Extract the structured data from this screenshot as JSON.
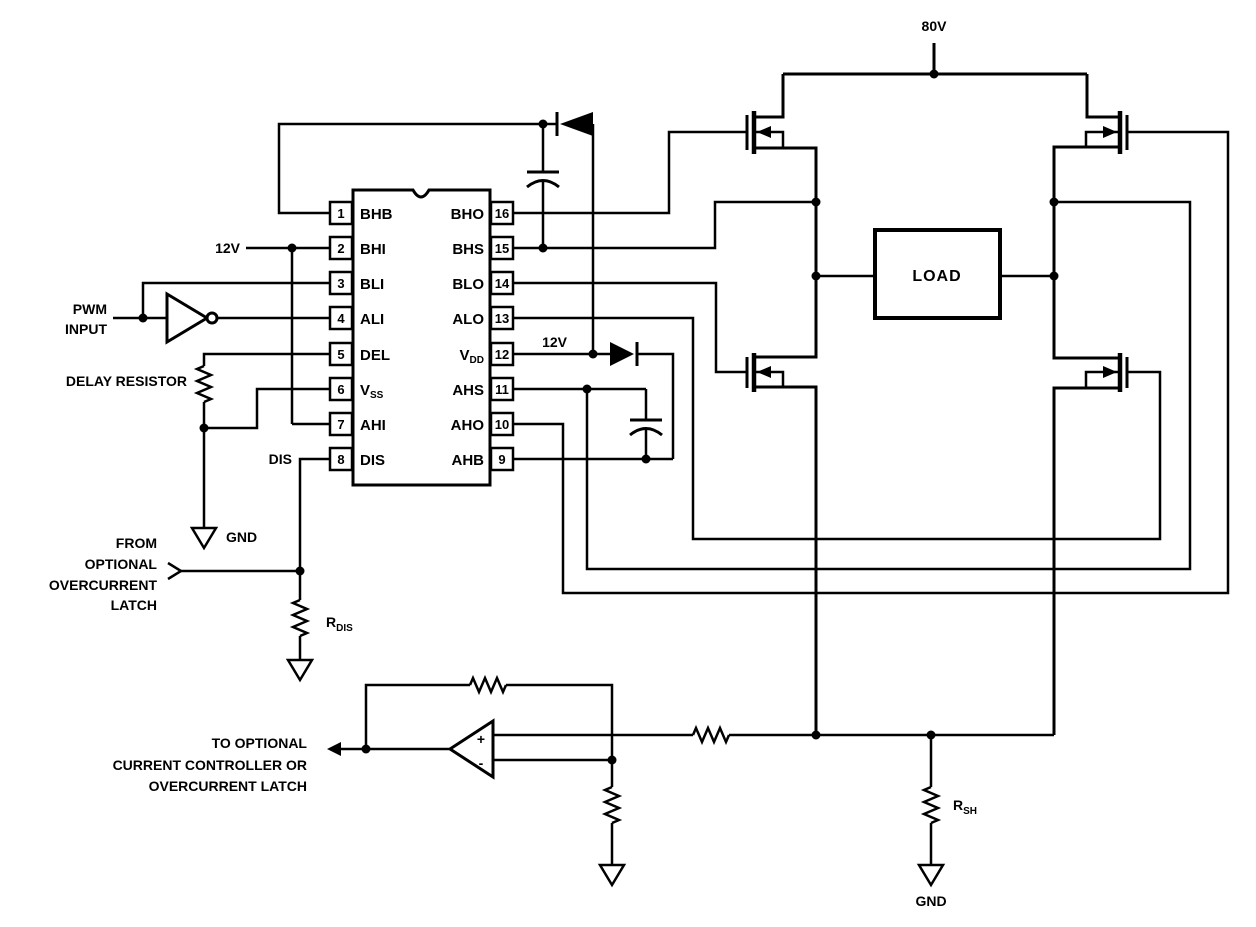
{
  "labels": {
    "supply": "80V",
    "vcc_left": "12V",
    "vcc_right": "12V",
    "pwm_line1": "PWM",
    "pwm_line2": "INPUT",
    "delay_resistor": "DELAY RESISTOR",
    "gnd_delay": "GND",
    "gnd_shunt": "GND",
    "dis": "DIS",
    "from_latch": [
      "FROM",
      "OPTIONAL",
      "OVERCURRENT",
      "LATCH"
    ],
    "to_controller": [
      "TO OPTIONAL",
      "CURRENT CONTROLLER OR",
      "OVERCURRENT LATCH"
    ],
    "load": "LOAD",
    "r_dis": {
      "main": "R",
      "sub": "DIS"
    },
    "r_sh": {
      "main": "R",
      "sub": "SH"
    },
    "opamp": {
      "plus": "+",
      "minus": "-"
    }
  },
  "ic": {
    "left_pins": [
      {
        "num": "1",
        "name": "BHB",
        "sub": ""
      },
      {
        "num": "2",
        "name": "BHI",
        "sub": ""
      },
      {
        "num": "3",
        "name": "BLI",
        "sub": ""
      },
      {
        "num": "4",
        "name": "ALI",
        "sub": ""
      },
      {
        "num": "5",
        "name": "DEL",
        "sub": ""
      },
      {
        "num": "6",
        "name": "V",
        "sub": "SS"
      },
      {
        "num": "7",
        "name": "AHI",
        "sub": ""
      },
      {
        "num": "8",
        "name": "DIS",
        "sub": ""
      }
    ],
    "right_pins": [
      {
        "num": "16",
        "name": "BHO",
        "sub": ""
      },
      {
        "num": "15",
        "name": "BHS",
        "sub": ""
      },
      {
        "num": "14",
        "name": "BLO",
        "sub": ""
      },
      {
        "num": "13",
        "name": "ALO",
        "sub": ""
      },
      {
        "num": "12",
        "name": "V",
        "sub": "DD"
      },
      {
        "num": "11",
        "name": "AHS",
        "sub": ""
      },
      {
        "num": "10",
        "name": "AHO",
        "sub": ""
      },
      {
        "num": "9",
        "name": "AHB",
        "sub": ""
      }
    ]
  }
}
